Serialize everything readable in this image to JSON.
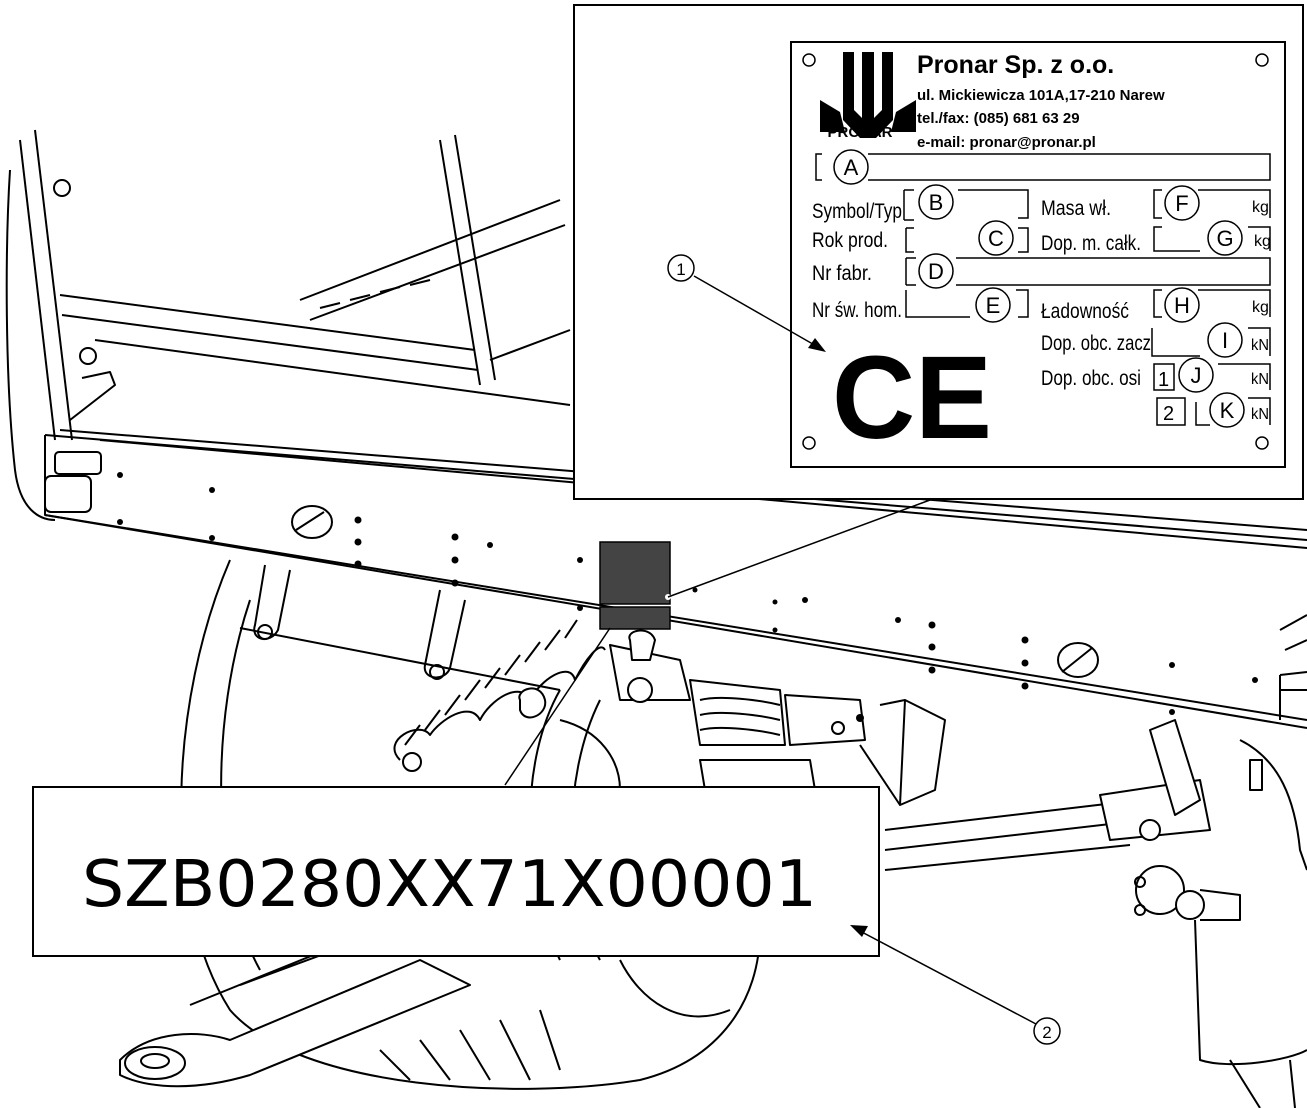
{
  "plate": {
    "company": "Pronar Sp. z o.o.",
    "address": "ul. Mickiewicza 101A,17-210 Narew",
    "phone": "tel./fax: (085) 681 63 29",
    "email": "e-mail: pronar@pronar.pl",
    "logo_text": "PRONAR",
    "ce_mark": "CE",
    "rows": {
      "symbol": "Symbol/Typ",
      "rok": "Rok prod.",
      "nrfabr": "Nr fabr.",
      "nrsw": "Nr św. hom.",
      "masa": "Masa wł.",
      "dopm": "Dop. m. całk.",
      "ladownosc": "Ładowność",
      "dopzacz": "Dop. obc. zacz",
      "dopobc": "Dop. obc. osi"
    },
    "units": {
      "kg1": "kg",
      "kg2": "kg",
      "kg3": "kg",
      "kn1": "kN",
      "kn2": "kN",
      "kn3": "kN"
    },
    "axle_numbers": [
      "1",
      "2"
    ],
    "field_letters": [
      "A",
      "B",
      "C",
      "D",
      "E",
      "F",
      "G",
      "H",
      "I",
      "J",
      "K"
    ]
  },
  "vin": "SZB0280XX71X00001",
  "callouts": [
    "1",
    "2"
  ],
  "colors": {
    "ink": "#000000",
    "label_fill": "#444444",
    "paper": "#ffffff"
  }
}
